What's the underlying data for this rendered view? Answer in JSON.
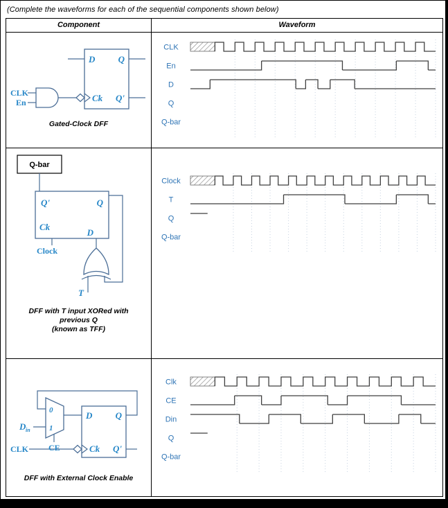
{
  "page": {
    "title": "(Complete the waveforms for each of the sequential components shown below)"
  },
  "table": {
    "headers": {
      "component": "Component",
      "waveform": "Waveform"
    }
  },
  "colors": {
    "waveform_label_blue": "#2E74B5",
    "circuit_label_blue": "#2787C8",
    "circuit_stroke": "#4A6D96",
    "wave_trace": "#3F3F3F",
    "gridline": "#C6D2E0",
    "hatch_line": "#8F8F8F",
    "hatch_border": "#666666"
  },
  "rows": [
    {
      "circuit": {
        "caption": "Gated-Clock DFF",
        "labels": {
          "d": "D",
          "q": "Q",
          "ck": "Ck",
          "qprime": "Q'",
          "clk": "CLK",
          "en": "En"
        }
      },
      "waveform": {
        "hatch_end": 10,
        "clock_pulses": 11,
        "signals": [
          {
            "label": "CLK",
            "kind": "clock"
          },
          {
            "label": "En",
            "kind": "data",
            "segments": [
              [
                0,
                0
              ],
              [
                29,
                1
              ],
              [
                62,
                0
              ],
              [
                84,
                1
              ],
              [
                97,
                0
              ]
            ]
          },
          {
            "label": "D",
            "kind": "data",
            "segments": [
              [
                0,
                0
              ],
              [
                8,
                1
              ],
              [
                43,
                0
              ],
              [
                47,
                1
              ],
              [
                52,
                0
              ],
              [
                57,
                1
              ],
              [
                67,
                0
              ]
            ]
          },
          {
            "label": "Q",
            "kind": "data",
            "segments": []
          },
          {
            "label": "Q-bar",
            "kind": "data",
            "segments": []
          }
        ]
      }
    },
    {
      "circuit": {
        "answer_box": "Q-bar",
        "caption_line1": "DFF with T input XORed with previous Q",
        "caption_line2": "(known as TFF)",
        "labels": {
          "qprime": "Q'",
          "q": "Q",
          "ck": "Ck",
          "d": "D",
          "clock": "Clock",
          "t": "T"
        }
      },
      "waveform": {
        "hatch_end": 10,
        "clock_pulses": 12,
        "signals": [
          {
            "label": "Clock",
            "kind": "clock"
          },
          {
            "label": "T",
            "kind": "data",
            "segments": [
              [
                0,
                0
              ],
              [
                38,
                1
              ],
              [
                63,
                0
              ],
              [
                84,
                1
              ],
              [
                97,
                0
              ]
            ]
          },
          {
            "label": "Q",
            "kind": "data",
            "segments": [
              [
                0,
                1
              ],
              [
                7,
                null
              ]
            ]
          },
          {
            "label": "Q-bar",
            "kind": "data",
            "segments": []
          }
        ]
      }
    },
    {
      "circuit": {
        "caption": "DFF with External Clock Enable",
        "labels": {
          "mux0": "0",
          "mux1": "1",
          "din_main": "D",
          "din_sub": "in",
          "ce": "CE",
          "d": "D",
          "q": "Q",
          "ck": "Ck",
          "qprime": "Q'",
          "clk": "CLK"
        }
      },
      "waveform": {
        "hatch_end": 10,
        "clock_pulses": 10,
        "signals": [
          {
            "label": "Clk",
            "kind": "clock"
          },
          {
            "label": "CE",
            "kind": "data",
            "segments": [
              [
                0,
                0
              ],
              [
                18,
                1
              ],
              [
                29,
                0
              ],
              [
                37,
                1
              ],
              [
                56,
                0
              ],
              [
                64,
                1
              ],
              [
                86,
                0
              ]
            ]
          },
          {
            "label": "Din",
            "kind": "data",
            "segments": [
              [
                0,
                1
              ],
              [
                20,
                0
              ],
              [
                32,
                1
              ],
              [
                45,
                0
              ],
              [
                58,
                1
              ],
              [
                71,
                0
              ],
              [
                85,
                1
              ],
              [
                94,
                0
              ]
            ]
          },
          {
            "label": "Q",
            "kind": "data",
            "segments": [
              [
                0,
                1
              ],
              [
                7,
                null
              ]
            ]
          },
          {
            "label": "Q-bar",
            "kind": "data",
            "segments": []
          }
        ]
      }
    }
  ]
}
